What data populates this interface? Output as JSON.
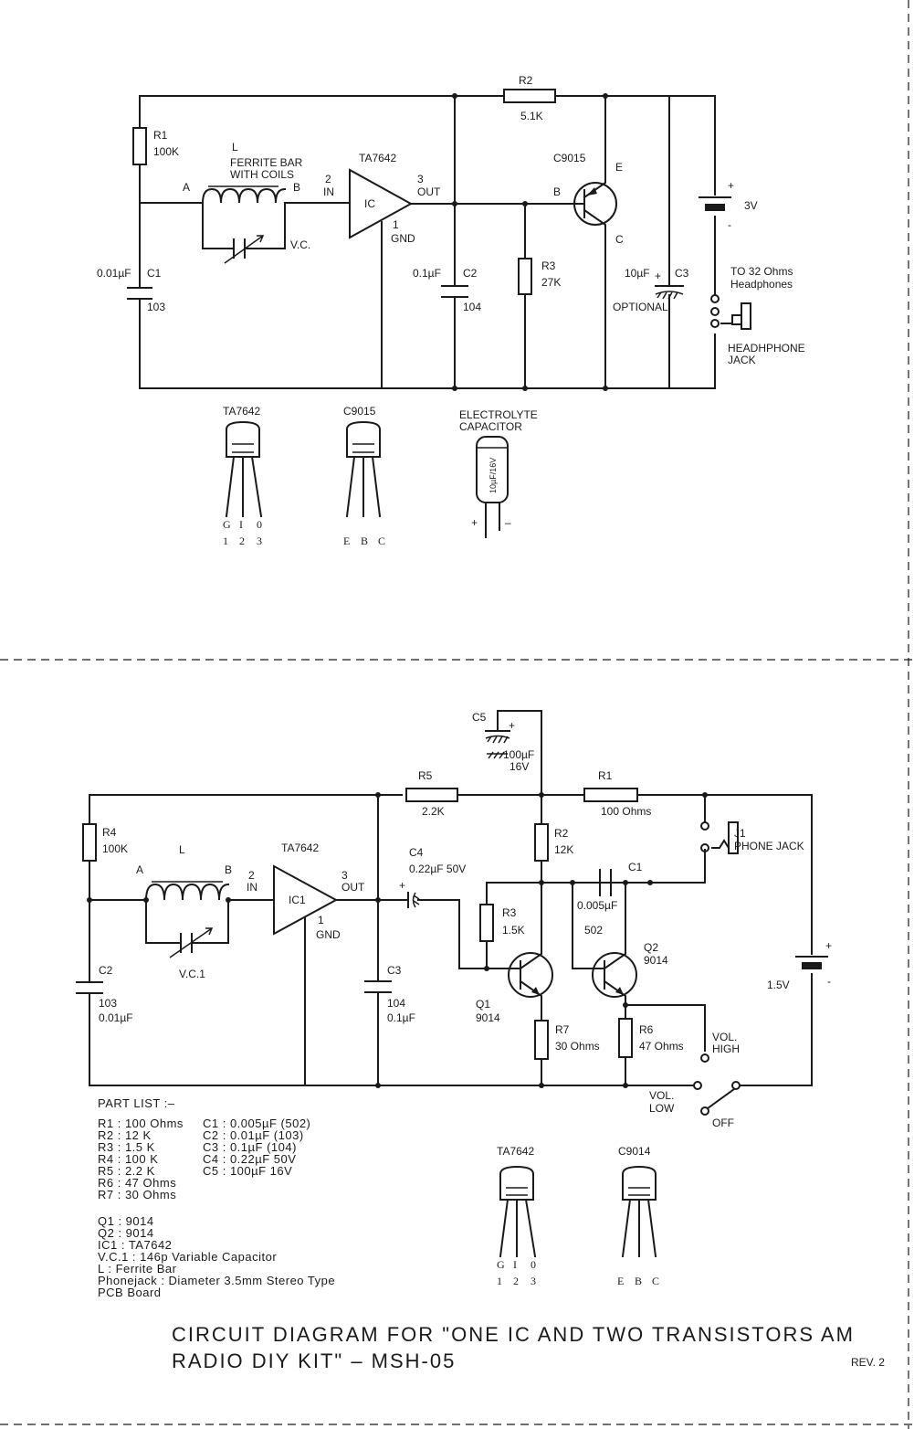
{
  "top": {
    "labels": {
      "r1": "R1",
      "r1v": "100K",
      "l": "L",
      "ferrite1": "FERRITE BAR",
      "ferrite2": "WITH COILS",
      "a": "A",
      "b": "B",
      "vc": "V.C.",
      "c1v1": "0.01µF",
      "c1": "C1",
      "c1v2": "103",
      "pin2": "2",
      "in": "IN",
      "ic_name": "TA7642",
      "ic": "IC",
      "pin3": "3",
      "out": "OUT",
      "pin1": "1",
      "gnd": "GND",
      "r2": "R2",
      "r2v": "5.1K",
      "c2v1": "0.1µF",
      "c2": "C2",
      "c2v2": "104",
      "r3": "R3",
      "r3v": "27K",
      "q": "C9015",
      "e": "E",
      "bb": "B",
      "c": "C",
      "c3v": "10µF",
      "c3": "C3",
      "optional": "OPTIONAL",
      "plus": "+",
      "minus": "-",
      "batt": "3V",
      "to32a": "TO 32 Ohms",
      "to32b": "Headphones",
      "jack1": "HEADHPHONE",
      "jack2": "JACK"
    },
    "packages": {
      "ta": "TA7642",
      "ta_pins": [
        "G",
        "I",
        "0"
      ],
      "ta_nums": [
        "1",
        "2",
        "3"
      ],
      "q": "C9015",
      "q_pins": [
        "E",
        "B",
        "C"
      ],
      "elec1": "ELECTROLYTE",
      "elec2": "CAPACITOR",
      "elec_mark": "10µF/16V",
      "elec_plus": "+",
      "elec_minus": "–"
    }
  },
  "bottom": {
    "labels": {
      "c5": "C5",
      "c5v1": "100µF",
      "c5v2": "16V",
      "c5plus": "+",
      "r5": "R5",
      "r5v": "2.2K",
      "r1": "R1",
      "r1v": "100 Ohms",
      "r4": "R4",
      "r4v": "100K",
      "a": "A",
      "l": "L",
      "b": "B",
      "ic_name": "TA7642",
      "pin2": "2",
      "in": "IN",
      "ic": "IC1",
      "pin3": "3",
      "out": "OUT",
      "pin1": "1",
      "gnd": "GND",
      "vc": "V.C.1",
      "c4": "C4",
      "c4v": "0.22µF 50V",
      "c4plus": "+",
      "r2": "R2",
      "r2v": "12K",
      "c1": "C1",
      "c1v": "0.005µF",
      "c1code": "502",
      "r3": "R3",
      "r3v": "1.5K",
      "q2": "Q2",
      "q2v": "9014",
      "q1": "Q1",
      "q1v": "9014",
      "c2": "C2",
      "c2v1": "103",
      "c2v2": "0.01µF",
      "c3": "C3",
      "c3v1": "104",
      "c3v2": "0.1µF",
      "r7": "R7",
      "r7v": "30 Ohms",
      "r6": "R6",
      "r6v": "47 Ohms",
      "volhigh1": "VOL.",
      "volhigh2": "HIGH",
      "vollow1": "VOL.",
      "vollow2": "LOW",
      "off": "OFF",
      "j1": "J1",
      "phonejack": "PHONE JACK",
      "bplus": "+",
      "bminus": "-",
      "batt": "1.5V"
    },
    "parts": {
      "header": "PART LIST :–",
      "rows_left": [
        "R1  : 100 Ohms",
        "R2  : 12  K",
        "R3  : 1.5  K",
        "R4  : 100  K",
        "R5  : 2.2  K",
        "R6  : 47 Ohms",
        "R7  : 30 Ohms"
      ],
      "rows_right": [
        "C1  :  0.005µF (502)",
        "C2  :  0.01µF  (103)",
        "C3  :  0.1µF  (104)",
        "C4  :  0.22µF 50V",
        "C5    :  100µF  16V"
      ],
      "rows_misc": [
        "Q1  :  9014",
        "Q2  :  9014",
        "IC1      :  TA7642",
        "V.C.1 : 146p Variable Capacitor",
        "L            :  Ferrite Bar",
        "Phonejack : Diameter 3.5mm Stereo Type",
        "PCB Board"
      ]
    },
    "packages": {
      "ta": "TA7642",
      "ta_pins": [
        "G",
        "I",
        "0"
      ],
      "ta_nums": [
        "1",
        "2",
        "3"
      ],
      "q": "C9014",
      "q_pins": [
        "E",
        "B",
        "C"
      ]
    },
    "title1": "CIRCUIT DIAGRAM FOR \"ONE IC AND TWO TRANSISTORS AM",
    "title2": "RADIO DIY KIT\" – MSH-05",
    "rev": "REV. 2"
  }
}
